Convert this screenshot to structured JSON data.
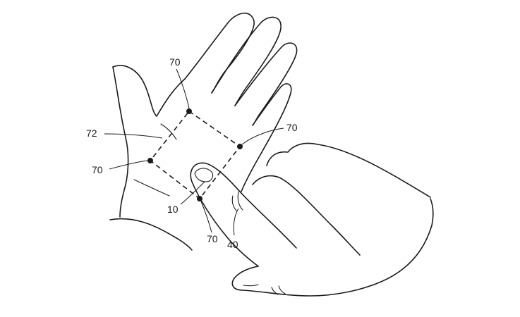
{
  "labels": {
    "ref_70_top": "70",
    "ref_70_right": "70",
    "ref_70_left": "70",
    "ref_70_bottom": "70",
    "ref_72": "72",
    "ref_10": "10",
    "ref_40": "40"
  }
}
